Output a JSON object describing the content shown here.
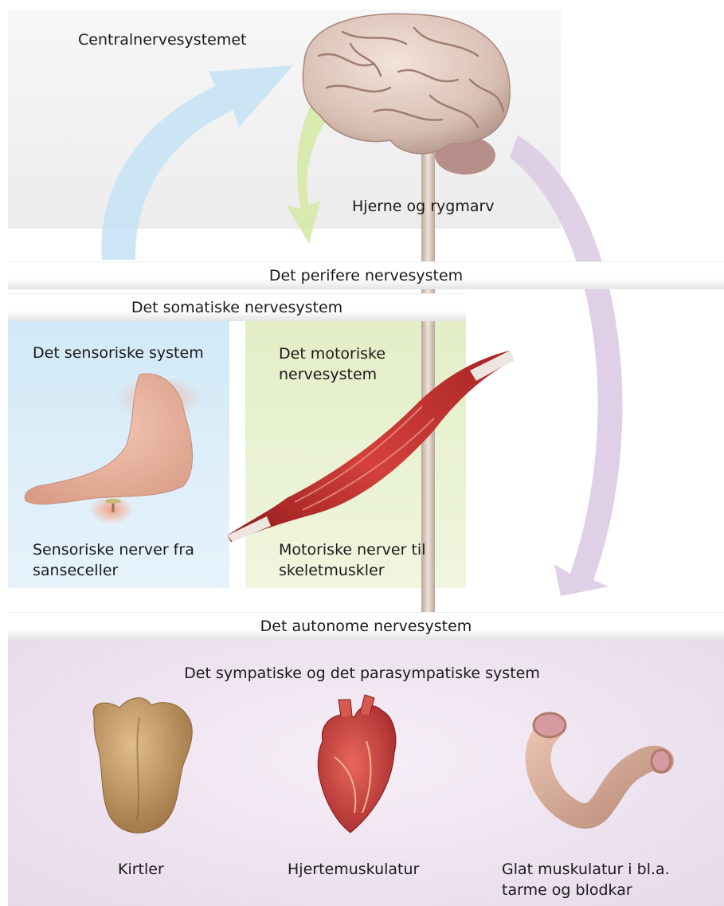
{
  "cns": {
    "title": "Centralnervesystemet",
    "sublabel": "Hjerne og rygmarv"
  },
  "peripheral": {
    "title": "Det perifere nervesystem"
  },
  "somatic": {
    "title": "Det somatiske nervesystem",
    "sensory": {
      "title": "Det sensoriske system",
      "caption_line1": "Sensoriske nerver fra",
      "caption_line2": "sanseceller"
    },
    "motor": {
      "title_line1": "Det motoriske",
      "title_line2": "nervesystem",
      "caption_line1": "Motoriske nerver til",
      "caption_line2": "skeletmuskler"
    }
  },
  "autonomic": {
    "title": "Det autonome nervesystem",
    "subtitle": "Det sympatiske og det parasympatiske system",
    "items": [
      {
        "line1": "Kirtler",
        "line2": ""
      },
      {
        "line1": "Hjertemuskulatur",
        "line2": ""
      },
      {
        "line1": "Glat muskulatur i bl.a.",
        "line2": "tarme og blodkar"
      }
    ]
  },
  "colors": {
    "cns_panel": "#efefef",
    "sensory_panel": "#d8ecf8",
    "motor_panel": "#e9f2d2",
    "autonomic_panel": "#ece0ee",
    "arrow_blue": "#c4e2f3",
    "arrow_green": "#d6e8a8",
    "arrow_purple": "#dccde6"
  }
}
